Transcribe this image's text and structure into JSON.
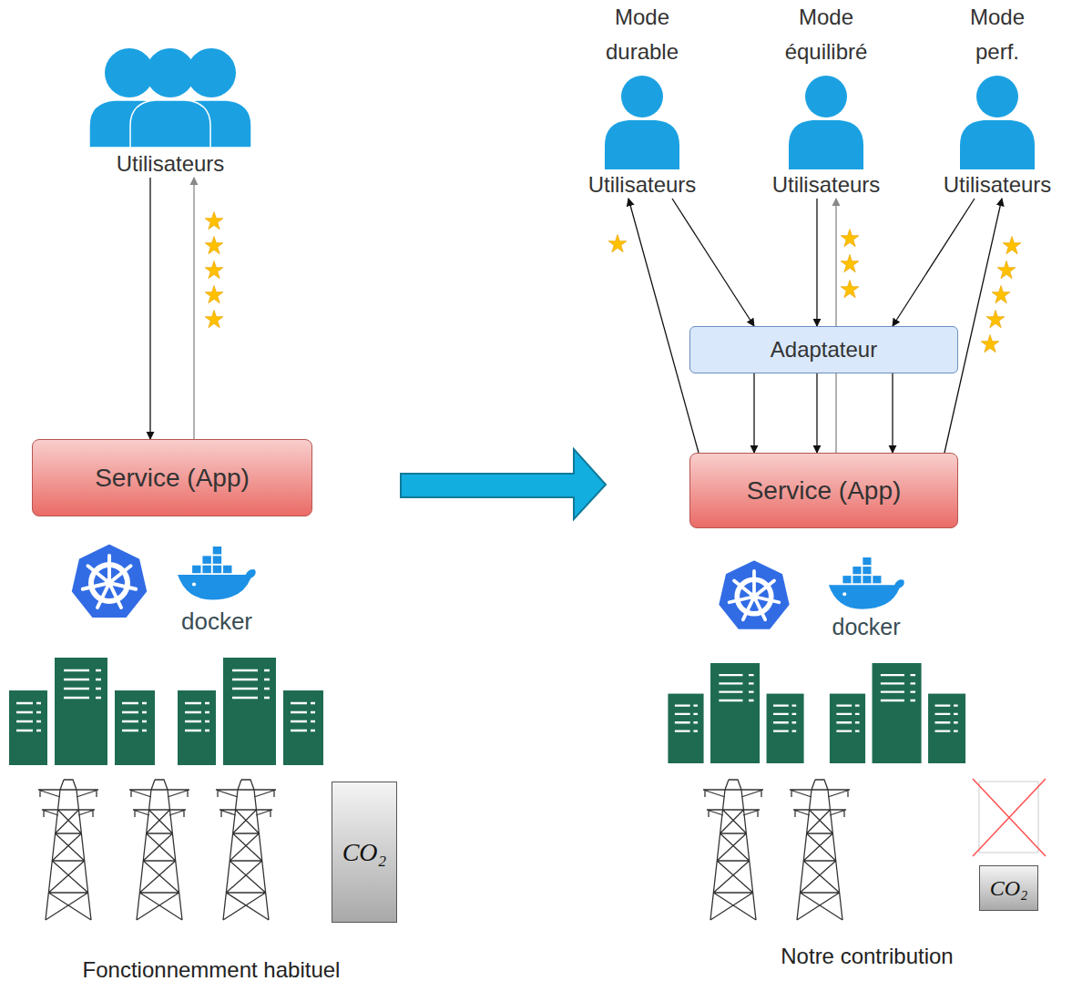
{
  "diagram": {
    "nodes": [
      {
        "text": [
          "Utilisateurs"
        ]
      },
      {
        "text": [
          "Service (App)"
        ]
      },
      {
        "text": [
          "CO₂"
        ]
      },
      {
        "text": [
          "Mode durable",
          "Utilisateurs"
        ]
      },
      {
        "text": [
          "Mode équilibré",
          "Utilisateurs"
        ]
      },
      {
        "text": [
          "Mode perf.",
          "Utilisateurs"
        ]
      },
      {
        "text": [
          "Adaptateur"
        ]
      },
      {
        "text": [
          "Service (App)"
        ]
      },
      {
        "text": [
          "CO₂"
        ]
      }
    ],
    "edges": [
      {
        "from": 0,
        "to": 1,
        "arrow": "to"
      },
      {
        "from": 1,
        "to": 0,
        "arrow": "to"
      },
      {
        "from": 3,
        "to": 6,
        "arrow": "to"
      },
      {
        "from": 4,
        "to": 6,
        "arrow": "to"
      },
      {
        "from": 5,
        "to": 6,
        "arrow": "to"
      },
      {
        "from": 6,
        "to": 7,
        "arrow": "to"
      },
      {
        "from": 6,
        "to": 7,
        "arrow": "to"
      },
      {
        "from": 6,
        "to": 7,
        "arrow": "to"
      },
      {
        "from": 7,
        "to": 4,
        "arrow": "to"
      },
      {
        "from": 7,
        "to": 3,
        "arrow": "to"
      },
      {
        "from": 7,
        "to": 5,
        "arrow": "to"
      }
    ],
    "labels": [
      "docker",
      "docker",
      "Fonctionnemment habituel",
      "Notre contribution"
    ]
  }
}
